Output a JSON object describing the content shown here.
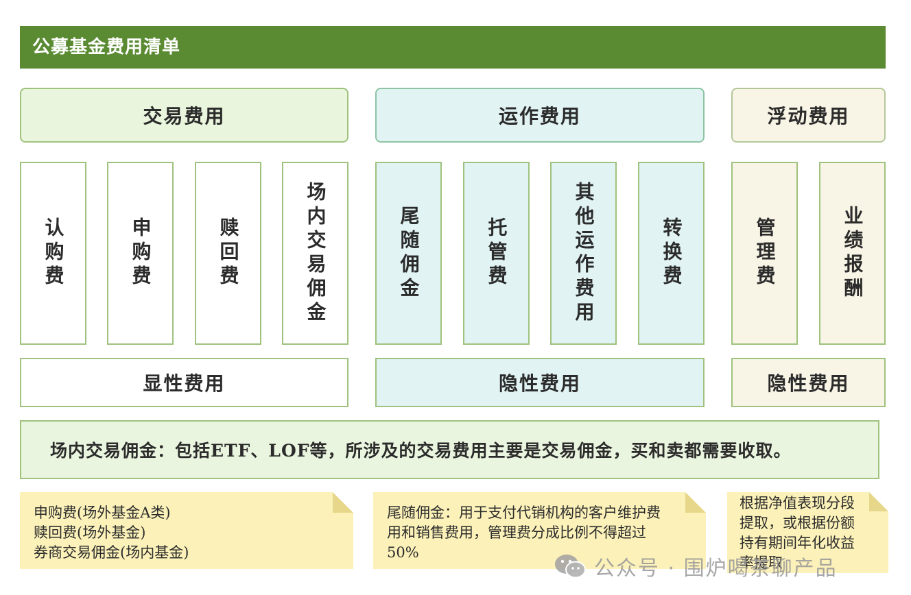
{
  "title": "公募基金费用清单",
  "categories": [
    {
      "label": "交易费用"
    },
    {
      "label": "运作费用"
    },
    {
      "label": "浮动费用"
    }
  ],
  "columns": [
    {
      "label": "认购费"
    },
    {
      "label": "申购费"
    },
    {
      "label": "赎回费"
    },
    {
      "label": "场内交易佣金"
    },
    {
      "label": "尾随佣金"
    },
    {
      "label": "托管费"
    },
    {
      "label": "其他运作费用"
    },
    {
      "label": "转换费"
    },
    {
      "label": "管理费"
    },
    {
      "label": "业绩报酬"
    }
  ],
  "bottom_labels": [
    {
      "label": "显性费用"
    },
    {
      "label": "隐性费用"
    },
    {
      "label": "隐性费用"
    }
  ],
  "note": "场内交易佣金：包括ETF、LOF等，所涉及的交易费用主要是交易佣金，买和卖都需要收取。",
  "sticky_notes": [
    {
      "lines": [
        "申购费(场外基金A类)",
        "赎回费(场外基金)",
        "券商交易佣金(场内基金)"
      ]
    },
    {
      "lines": [
        "尾随佣金：用于支付代销机构的客户维护费",
        "用和销售费用，管理费分成比例不得超过",
        "50%"
      ]
    },
    {
      "lines": [
        "根据净值表现分段",
        "提取，或根据份额",
        "持有期间年化收益",
        "率提取"
      ]
    }
  ],
  "watermark": "公众号 · 围炉喝茶聊产品",
  "colors": {
    "title_bar": "#5a8b33",
    "trade_fill": "#e9f5dc",
    "operation_fill": "#e1f3f3",
    "floating_fill": "#f8f5e6",
    "border": "#9fc27e",
    "sticky": "#fbf1b9"
  }
}
